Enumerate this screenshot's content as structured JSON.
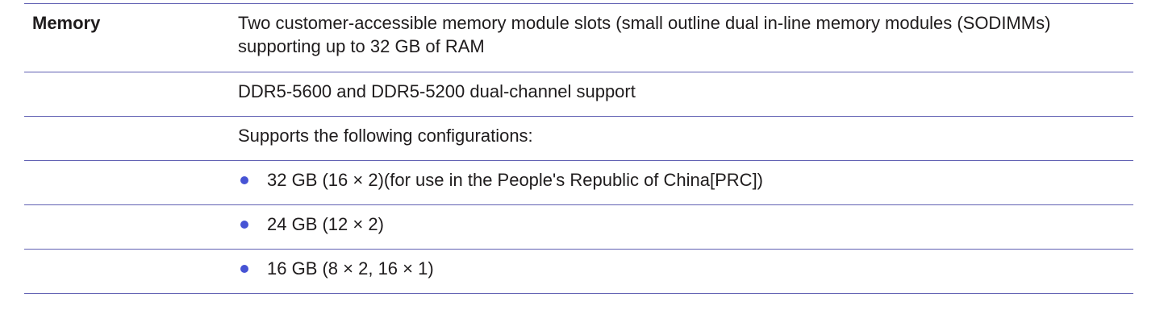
{
  "table": {
    "label": "Memory",
    "rows": [
      {
        "style": "text",
        "text": "Two customer-accessible memory module slots (small outline dual in-line memory modules (SODIMMs) supporting up to 32 GB of RAM"
      },
      {
        "style": "text",
        "text": "DDR5-5600 and DDR5-5200 dual-channel support"
      },
      {
        "style": "text",
        "text": "Supports the following configurations:"
      },
      {
        "style": "bullet",
        "text": "32 GB (16 × 2)(for use in the People's Republic of China[PRC])"
      },
      {
        "style": "bullet",
        "text": "24 GB (12 × 2)"
      },
      {
        "style": "bullet",
        "text": "16 GB (8 × 2, 16 × 1)"
      }
    ],
    "colors": {
      "divider": "#5f5fb2",
      "bullet": "#4653d4",
      "text": "#1f1c1d"
    }
  }
}
